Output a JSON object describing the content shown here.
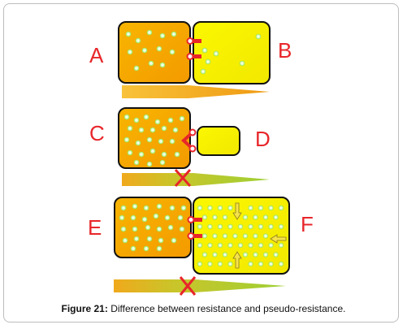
{
  "labels": {
    "A": "A",
    "B": "B",
    "C": "C",
    "D": "D",
    "E": "E",
    "F": "F"
  },
  "caption": {
    "bold": "Figure 21:",
    "text": " Difference between resistance and pseudo-resistance."
  },
  "colors": {
    "orange_cell": "#f6a500",
    "yellow_cell": "#f7f203",
    "dot": "#a8f06a",
    "connector": "#e8262a",
    "arrow_orange": "#f4a21a",
    "arrow_green": "#a7d232",
    "cross": "#e8262a"
  }
}
